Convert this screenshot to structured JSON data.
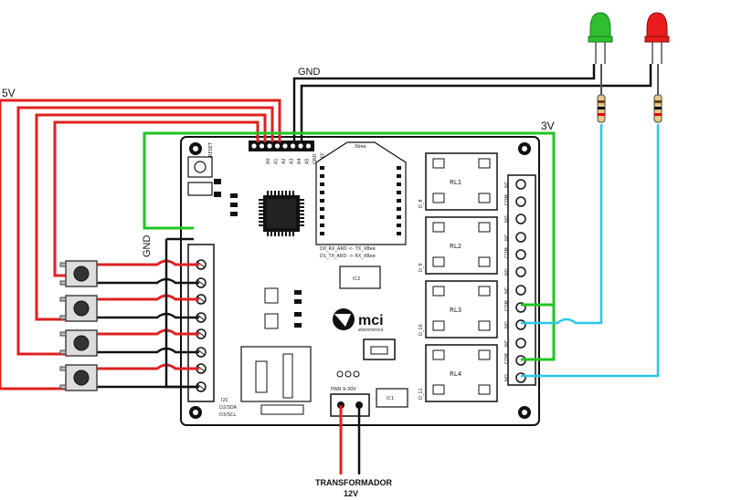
{
  "labels": {
    "v5": "5V",
    "gnd_top": "GND",
    "v3": "3V",
    "gnd_left": "GND",
    "transformer": "TRANSFORMADOR",
    "transformer_v": "12V",
    "pwr": "PWR 9-30V",
    "brand": "mci",
    "brand_sub": "electronics",
    "xbee": "Xbee",
    "xbee_rx": "D0_RX_ARD  <-  TX_XBee",
    "xbee_tx": "D1_TX_ARD  ->  RX_XBee",
    "reset": "RESET",
    "i2c": "I2C",
    "sda": "D2/SDA",
    "scl": "D3/SCL",
    "gnd_pin": "GND",
    "aref": "AREF",
    "ic1": "IC1",
    "ic2": "IC2"
  },
  "relays": [
    {
      "name": "RL1",
      "pin": "D_8"
    },
    {
      "name": "RL2",
      "pin": "D_9"
    },
    {
      "name": "RL3",
      "pin": "D_10"
    },
    {
      "name": "RL4",
      "pin": "D_11"
    }
  ],
  "relay_terminal_labels": [
    "NC",
    "COM",
    "NO"
  ],
  "header_pins": [
    "A0",
    "A1",
    "A2",
    "A3",
    "A4",
    "A5",
    "GND",
    "AREF"
  ],
  "leds": [
    {
      "name": "green-led",
      "color": "#2fbf2f"
    },
    {
      "name": "red-led",
      "color": "#e81c1c"
    }
  ],
  "wire_colors": {
    "v5": "#e02020",
    "gnd": "#111111",
    "v3": "#22c322",
    "signal": "#29c6e6"
  }
}
